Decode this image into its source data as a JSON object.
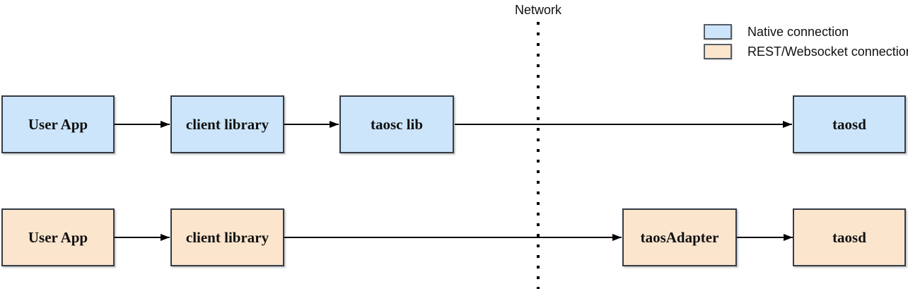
{
  "diagram": {
    "network_label": "Network",
    "legend": {
      "items": [
        {
          "key": "native",
          "label": "Native connection",
          "fill": "#cde5fa"
        },
        {
          "key": "rest",
          "label": "REST/Websocket connection",
          "fill": "#fce5cd"
        }
      ]
    },
    "flows": {
      "native": {
        "nodes": [
          {
            "label": "User App"
          },
          {
            "label": "client library"
          },
          {
            "label": "taosc lib"
          },
          {
            "label": "taosd"
          }
        ]
      },
      "rest": {
        "nodes": [
          {
            "label": "User App"
          },
          {
            "label": "client library"
          },
          {
            "label": "taosAdapter"
          },
          {
            "label": "taosd"
          }
        ]
      }
    },
    "colors": {
      "native_fill": "#cde5fa",
      "rest_fill": "#fce5cd",
      "node_border": "#343b45",
      "connector": "#000000"
    }
  }
}
